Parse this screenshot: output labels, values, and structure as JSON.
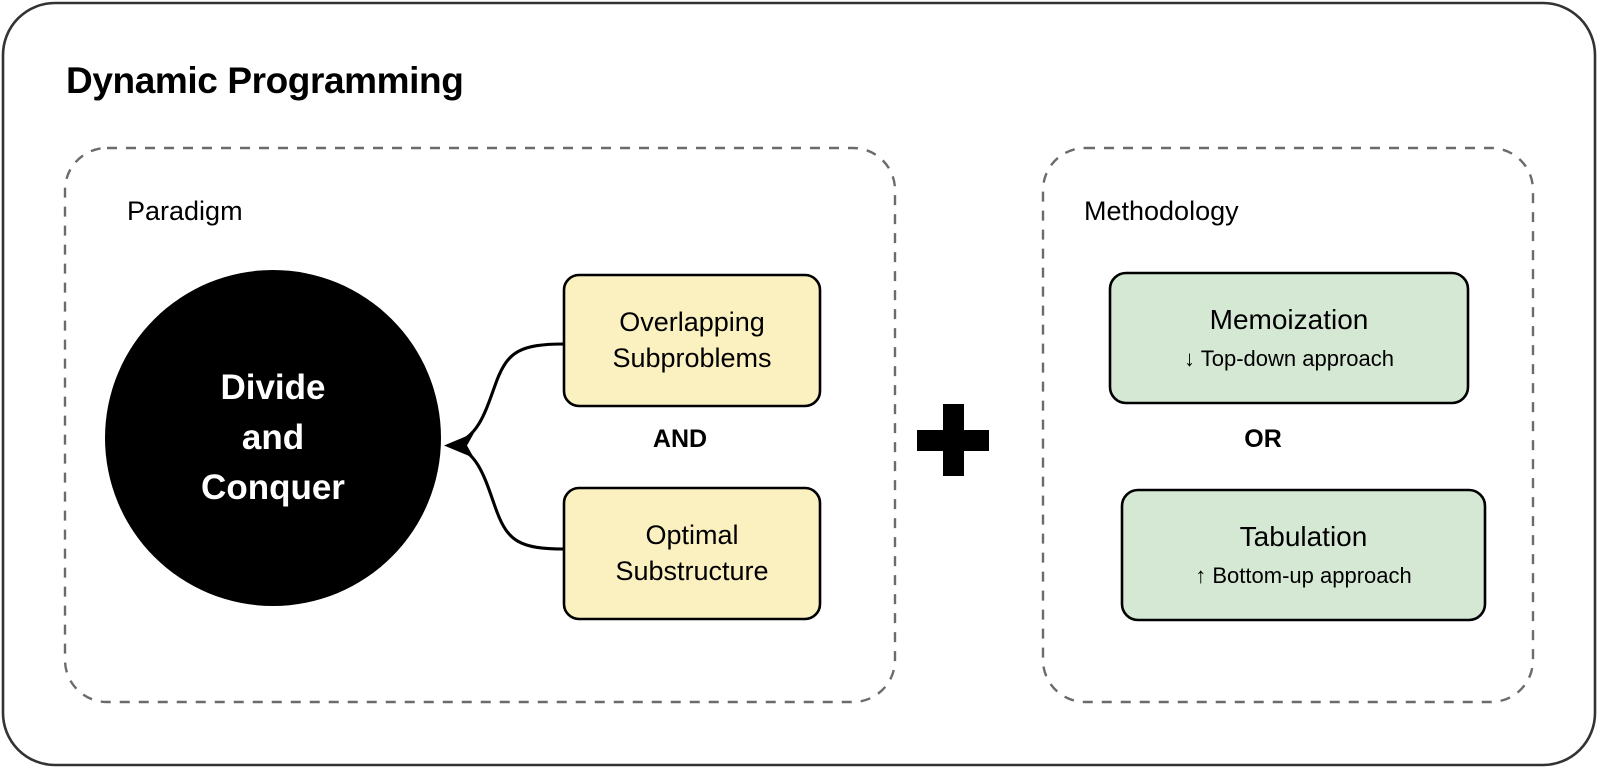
{
  "diagram": {
    "title": "Dynamic Programming",
    "outer_border_color": "#333333",
    "background": "#ffffff"
  },
  "panels": [
    {
      "key": "paradigm",
      "label": "Paradigm",
      "border_style": "dashed",
      "border_color": "#666666"
    },
    {
      "key": "methodology",
      "label": "Methodology",
      "border_style": "dashed",
      "border_color": "#666666"
    }
  ],
  "paradigm": {
    "circle": {
      "line1": "Divide",
      "line2": "and",
      "line3": "Conquer",
      "fill": "#000000",
      "text_color": "#ffffff"
    },
    "operator": "AND",
    "conditions": [
      {
        "line1": "Overlapping",
        "line2": "Subproblems",
        "fill": "#fbf0c0",
        "border": "#000000"
      },
      {
        "line1": "Optimal",
        "line2": "Substructure",
        "fill": "#fbf0c0",
        "border": "#000000"
      }
    ],
    "connector": {
      "type": "curved-merge-arrow",
      "arrowhead": "left",
      "color": "#000000"
    }
  },
  "combiner": {
    "symbol": "+",
    "name": "plus-sign"
  },
  "methodology": {
    "operator": "OR",
    "approaches": [
      {
        "title": "Memoization",
        "subtitle": "↓ Top-down approach",
        "direction_icon": "arrow-down-icon",
        "fill": "#d5e8d4",
        "border": "#000000"
      },
      {
        "title": "Tabulation",
        "subtitle": "↑ Bottom-up approach",
        "direction_icon": "arrow-up-icon",
        "fill": "#d5e8d4",
        "border": "#000000"
      }
    ]
  }
}
